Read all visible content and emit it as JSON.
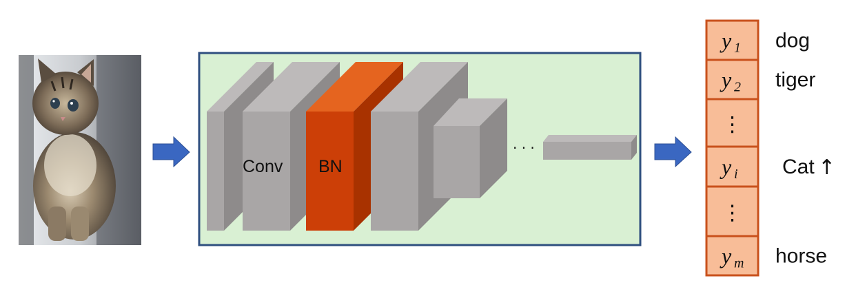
{
  "colors": {
    "panel_fill": "#d9f0d3",
    "panel_border": "#2f4f7f",
    "layer_gray_front": "#a9a6a6",
    "layer_gray_top": "#bdbaba",
    "layer_gray_side": "#8e8b8b",
    "bn_front": "#cc3f07",
    "bn_top": "#e5641f",
    "bn_side": "#a83200",
    "arrow": "#3a67c1",
    "output_cell": "#f8bd98",
    "output_border": "#c9511c"
  },
  "network": {
    "conv_label": "Conv",
    "bn_label": "BN",
    "ellipsis": "· · ·"
  },
  "input_image": {
    "icon": "kitten-photo"
  },
  "output": {
    "cells": [
      {
        "var": "y",
        "sub": "1",
        "label": "dog",
        "dots": false
      },
      {
        "var": "y",
        "sub": "2",
        "label": "tiger",
        "dots": false
      },
      {
        "var": "",
        "sub": "",
        "label": "",
        "dots": true
      },
      {
        "var": "y",
        "sub": "i",
        "label": "Cat",
        "dots": false,
        "up_arrow": true
      },
      {
        "var": "",
        "sub": "",
        "label": "",
        "dots": true
      },
      {
        "var": "y",
        "sub": "m",
        "label": "horse",
        "dots": false
      }
    ],
    "vdots": "⋮",
    "up_arrow_glyph": "↑"
  }
}
